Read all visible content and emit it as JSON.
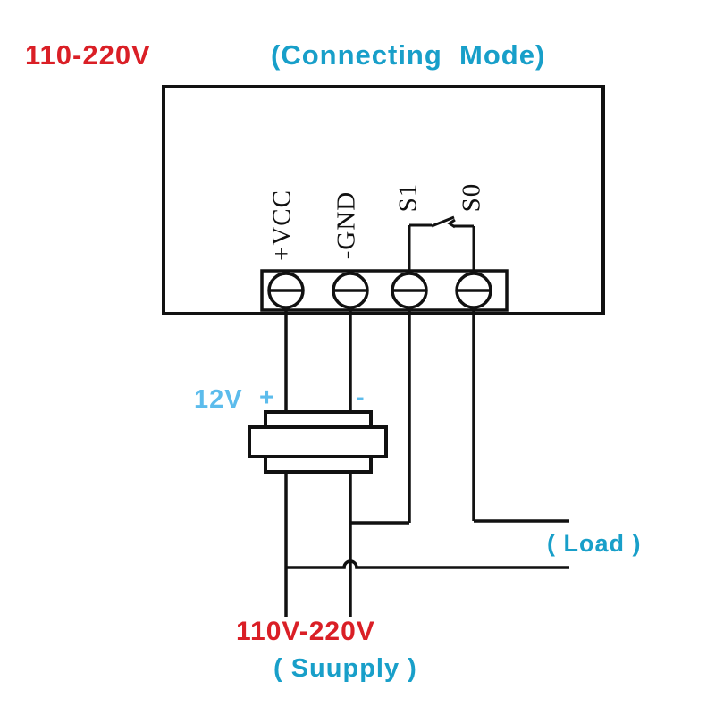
{
  "header": {
    "voltage_label": "110-220V",
    "title": "(Connecting  Mode)"
  },
  "module": {
    "terminals": [
      {
        "label": "+VCC"
      },
      {
        "label": "-GND"
      },
      {
        "label": "S1"
      },
      {
        "label": "S0"
      }
    ]
  },
  "power_input": {
    "label": "12V",
    "plus": "+",
    "minus": "-"
  },
  "load": {
    "label": "( Load )"
  },
  "supply": {
    "voltage_label": "110V-220V",
    "label": "( Suupply )"
  },
  "colors": {
    "accent_red": "#da1f26",
    "accent_cyan": "#189fc9",
    "accent_light_blue": "#5cbcec",
    "line_black": "#111111",
    "background": "#ffffff"
  }
}
